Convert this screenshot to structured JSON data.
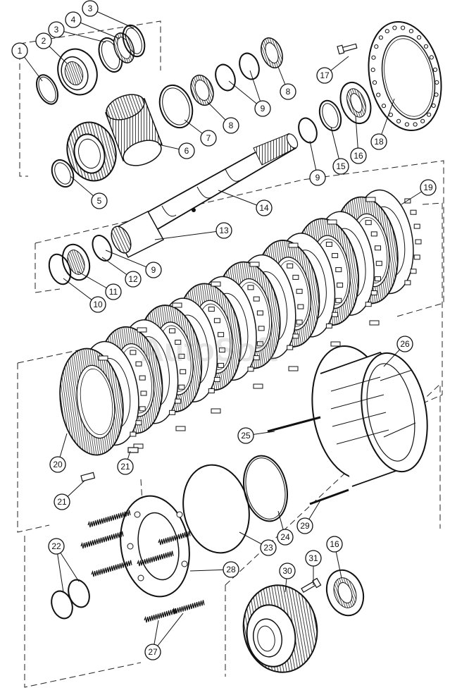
{
  "watermark": "AutoSoft",
  "callouts": [
    {
      "id": "c1",
      "label": "1"
    },
    {
      "id": "c2",
      "label": "2"
    },
    {
      "id": "c3a",
      "label": "3"
    },
    {
      "id": "c3b",
      "label": "3"
    },
    {
      "id": "c4",
      "label": "4"
    },
    {
      "id": "c5",
      "label": "5"
    },
    {
      "id": "c6",
      "label": "6"
    },
    {
      "id": "c7",
      "label": "7"
    },
    {
      "id": "c8a",
      "label": "8"
    },
    {
      "id": "c8b",
      "label": "8"
    },
    {
      "id": "c9a",
      "label": "9"
    },
    {
      "id": "c9b",
      "label": "9"
    },
    {
      "id": "c9c",
      "label": "9"
    },
    {
      "id": "c10",
      "label": "10"
    },
    {
      "id": "c11",
      "label": "11"
    },
    {
      "id": "c12",
      "label": "12"
    },
    {
      "id": "c13",
      "label": "13"
    },
    {
      "id": "c14",
      "label": "14"
    },
    {
      "id": "c15",
      "label": "15"
    },
    {
      "id": "c16a",
      "label": "16"
    },
    {
      "id": "c16b",
      "label": "16"
    },
    {
      "id": "c17",
      "label": "17"
    },
    {
      "id": "c18",
      "label": "18"
    },
    {
      "id": "c19",
      "label": "19"
    },
    {
      "id": "c20",
      "label": "20"
    },
    {
      "id": "c21a",
      "label": "21"
    },
    {
      "id": "c21b",
      "label": "21"
    },
    {
      "id": "c22",
      "label": "22"
    },
    {
      "id": "c23",
      "label": "23"
    },
    {
      "id": "c24",
      "label": "24"
    },
    {
      "id": "c25",
      "label": "25"
    },
    {
      "id": "c26",
      "label": "26"
    },
    {
      "id": "c27",
      "label": "27"
    },
    {
      "id": "c28",
      "label": "28"
    },
    {
      "id": "c29",
      "label": "29"
    },
    {
      "id": "c30",
      "label": "30"
    },
    {
      "id": "c31",
      "label": "31"
    }
  ]
}
